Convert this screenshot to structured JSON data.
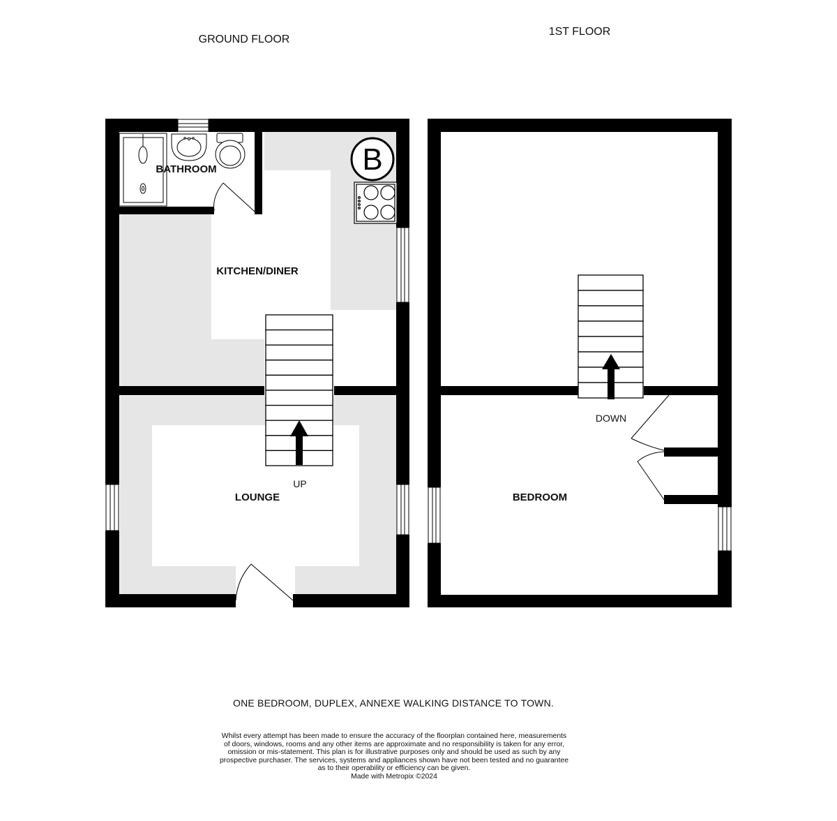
{
  "floors": {
    "ground": {
      "title": "GROUND FLOOR",
      "rooms": {
        "bathroom": "BATHROOM",
        "kitchen": "KITCHEN/DINER",
        "lounge": "LOUNGE"
      },
      "stair_label": "UP",
      "boiler_letter": "B"
    },
    "first": {
      "title": "1ST FLOOR",
      "rooms": {
        "bedroom": "BEDROOM"
      },
      "stair_label": "DOWN"
    }
  },
  "footer": {
    "description": "ONE BEDROOM, DUPLEX, ANNEXE WALKING DISTANCE TO TOWN.",
    "disclaimer_lines": [
      "Whilst every attempt has been made to ensure the accuracy of the floorplan contained here, measurements",
      "of doors, windows, rooms and any other items are approximate and no responsibility is taken for any error,",
      "omission or mis-statement. This plan is for illustrative purposes only and should be used as such by any",
      "prospective purchaser. The services, systems and appliances shown have not been tested and no guarantee",
      "as to their operability or efficiency can be given."
    ],
    "credit": "Made with Metropix ©2024"
  },
  "colors": {
    "wall": "#000000",
    "floor_shade": "#e6e6e6",
    "background": "#ffffff"
  }
}
